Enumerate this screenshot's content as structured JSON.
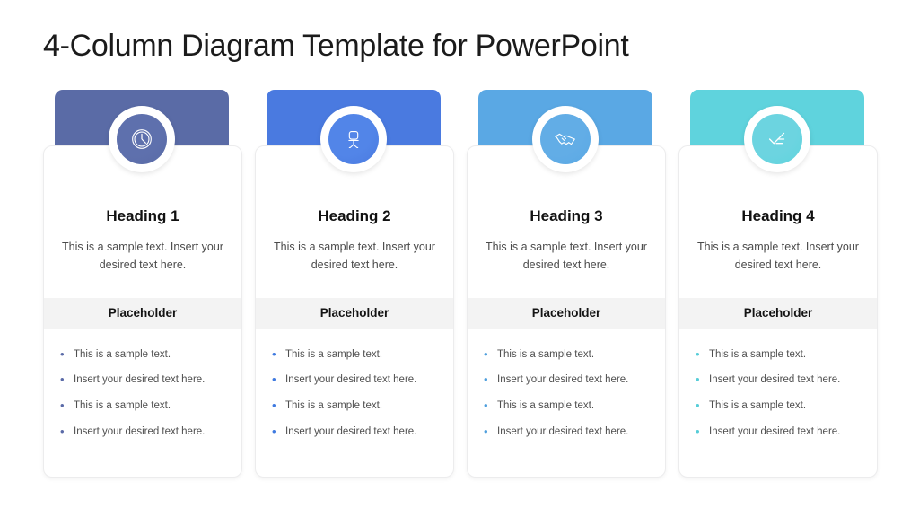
{
  "slide": {
    "title": "4-Column Diagram Template for PowerPoint",
    "background_color": "#ffffff",
    "band_color": "#f3f3f3"
  },
  "columns": [
    {
      "header_color": "#5a6ba6",
      "icon_disc_color": "#5e70ad",
      "bullet_color": "#5b6ba8",
      "icon": "clock-icon",
      "heading": "Heading 1",
      "description": "This is a sample text. Insert your desired text here.",
      "placeholder": "Placeholder",
      "bullets": [
        "This is a sample text.",
        "Insert your desired text here.",
        "This is a sample text.",
        "Insert your desired text here."
      ]
    },
    {
      "header_color": "#4a7ae0",
      "icon_disc_color": "#5285e8",
      "bullet_color": "#3f7ae0",
      "icon": "office-chair-icon",
      "heading": "Heading 2",
      "description": "This is a sample text. Insert your desired text here.",
      "placeholder": "Placeholder",
      "bullets": [
        "This is a sample text.",
        "Insert your desired text here.",
        "This is a sample text.",
        "Insert your desired text here."
      ]
    },
    {
      "header_color": "#5aa8e4",
      "icon_disc_color": "#62ade6",
      "bullet_color": "#4f9fdd",
      "icon": "handshake-icon",
      "heading": "Heading 3",
      "description": "This is a sample text. Insert your desired text here.",
      "placeholder": "Placeholder",
      "bullets": [
        "This is a sample text.",
        "Insert your desired text here.",
        "This is a sample text.",
        "Insert your desired text here."
      ]
    },
    {
      "header_color": "#5fd3dd",
      "icon_disc_color": "#6cd4e0",
      "bullet_color": "#57cdd8",
      "icon": "checkmark-icon",
      "heading": "Heading 4",
      "description": "This is a sample text. Insert your desired text here.",
      "placeholder": "Placeholder",
      "bullets": [
        "This is a sample text.",
        "Insert your desired text here.",
        "This is a sample text.",
        "Insert your desired text here."
      ]
    }
  ]
}
